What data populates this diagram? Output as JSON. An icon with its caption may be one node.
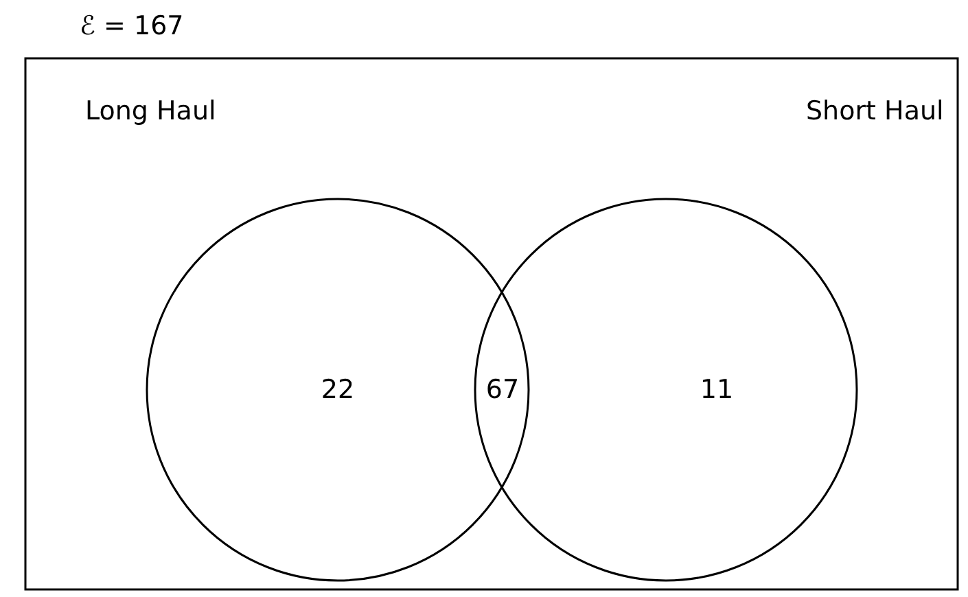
{
  "diagram": {
    "nodes": [
      {
        "text": [
          "ℰ = 167"
        ]
      },
      {
        "text": [
          "Long Haul",
          "22"
        ],
        "in": 0
      },
      {
        "text": [
          "Short Haul",
          "11"
        ],
        "in": 0
      }
    ],
    "labels": [
      "67"
    ]
  }
}
